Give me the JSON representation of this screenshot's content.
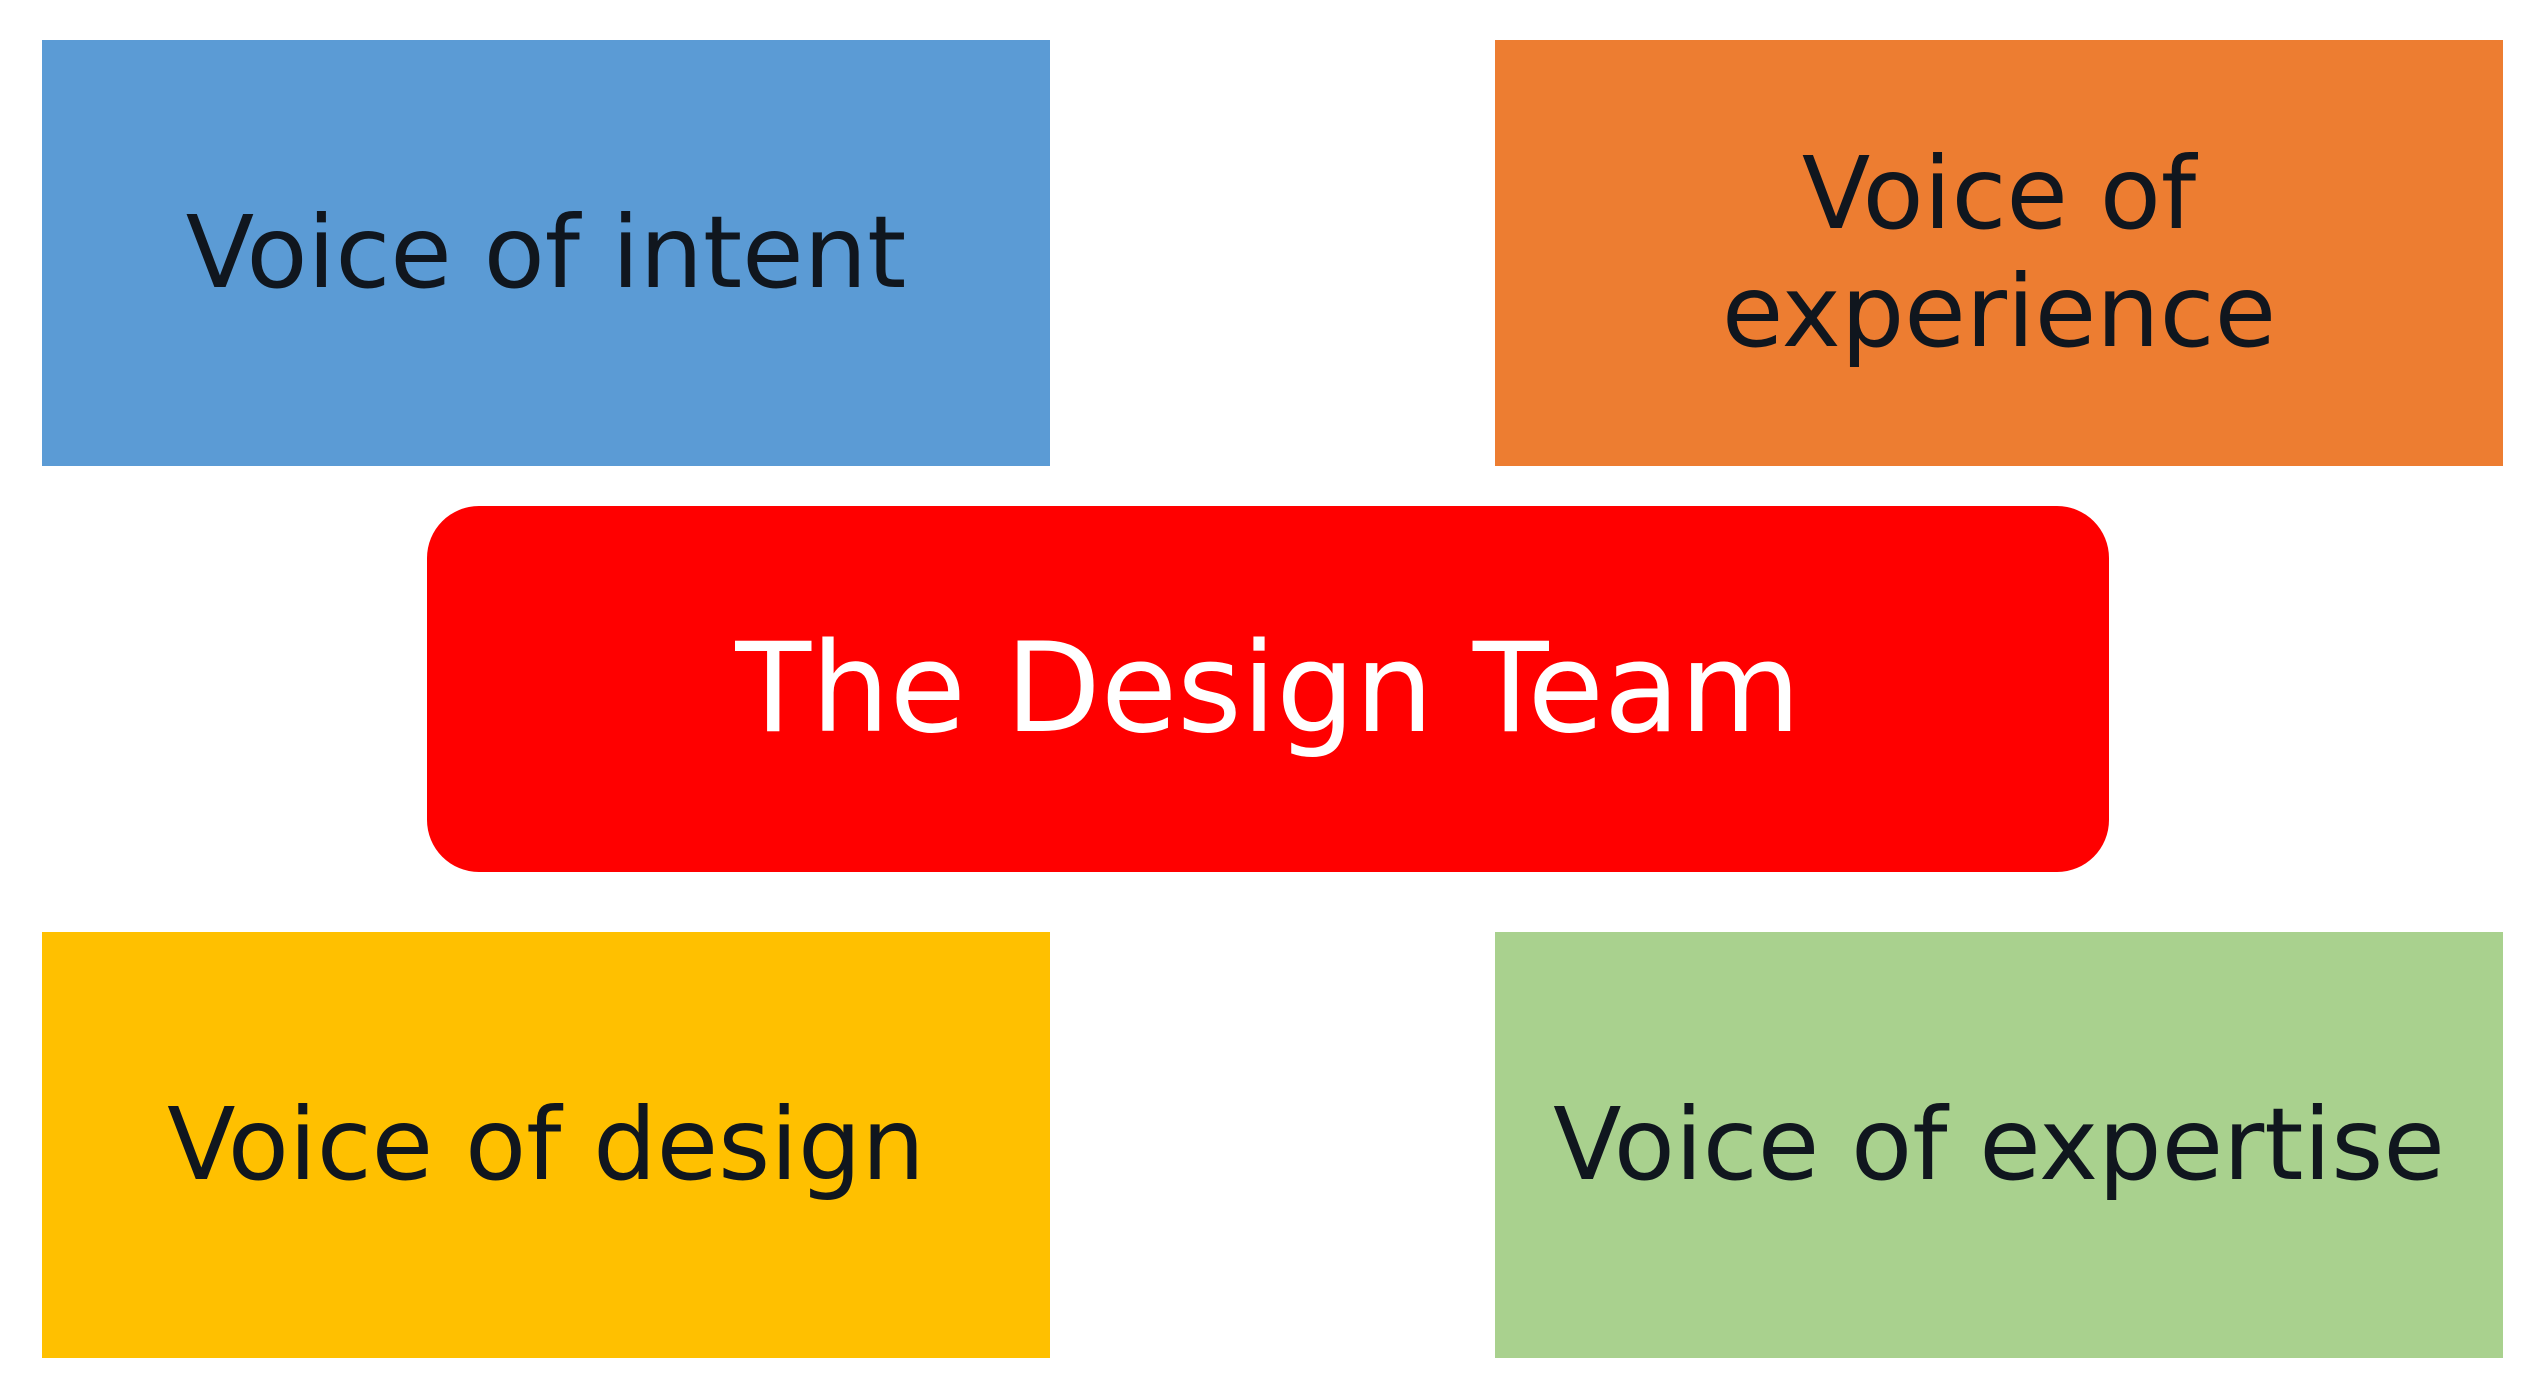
{
  "diagram": {
    "center": {
      "label": "The Design Team",
      "color": "#ff0000",
      "text_color": "#ffffff"
    },
    "boxes": [
      {
        "label_lines": [
          "Voice of intent"
        ],
        "color": "#5b9bd5"
      },
      {
        "label_lines": [
          "Voice of",
          "experience"
        ],
        "color": "#ed7d31"
      },
      {
        "label_lines": [
          "Voice of design"
        ],
        "color": "#ffc000"
      },
      {
        "label_lines": [
          "Voice of expertise"
        ],
        "color": "#a9d18e"
      }
    ]
  }
}
